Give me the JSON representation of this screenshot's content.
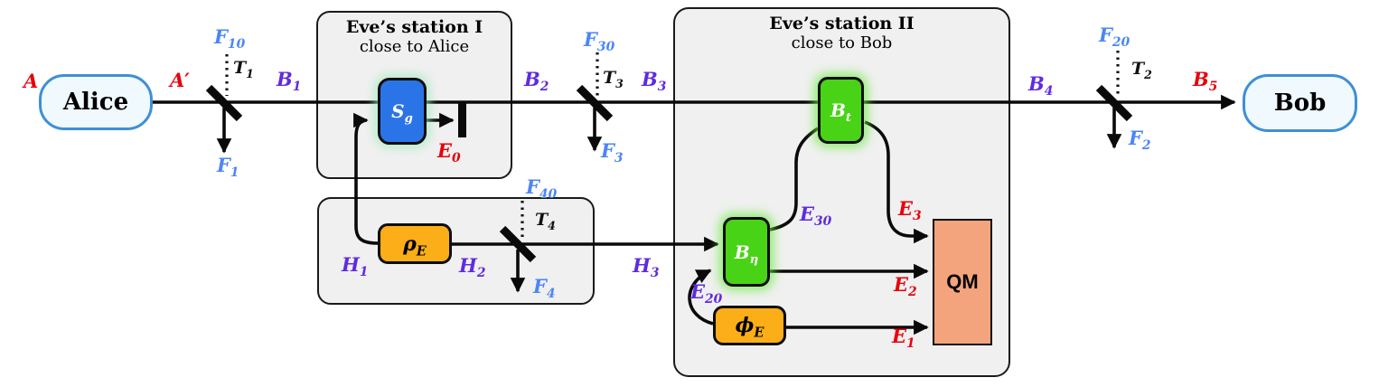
{
  "diagram_type": "quantum-channel eavesdropping scheme",
  "nodes": {
    "alice": "Alice",
    "bob": "Bob"
  },
  "stations": {
    "station1": {
      "title": "Eve’s station I",
      "subtitle": "close to Alice"
    },
    "station2": {
      "title": "Eve’s station II",
      "subtitle": "close to Bob"
    }
  },
  "components": {
    "sg": {
      "base": "S",
      "sub": "g"
    },
    "bt": {
      "base": "B",
      "sub": "t"
    },
    "beta": {
      "base": "B",
      "sub": "η"
    },
    "rho": {
      "base": "ρ",
      "sub": "E"
    },
    "phi": {
      "base": "ϕ",
      "sub": "E"
    },
    "qm": "QM"
  },
  "labels": {
    "A": {
      "base": "A",
      "sub": ""
    },
    "A_prime": {
      "base": "A′",
      "sub": ""
    },
    "B1": {
      "base": "B",
      "sub": "1"
    },
    "B2": {
      "base": "B",
      "sub": "2"
    },
    "B3": {
      "base": "B",
      "sub": "3"
    },
    "B4": {
      "base": "B",
      "sub": "4"
    },
    "B5": {
      "base": "B",
      "sub": "5"
    },
    "F10": {
      "base": "F",
      "sub": "10"
    },
    "F20": {
      "base": "F",
      "sub": "20"
    },
    "F30": {
      "base": "F",
      "sub": "30"
    },
    "F40": {
      "base": "F",
      "sub": "40"
    },
    "F1": {
      "base": "F",
      "sub": "1"
    },
    "F2": {
      "base": "F",
      "sub": "2"
    },
    "F3": {
      "base": "F",
      "sub": "3"
    },
    "F4": {
      "base": "F",
      "sub": "4"
    },
    "T1": {
      "base": "T",
      "sub": "1"
    },
    "T2": {
      "base": "T",
      "sub": "2"
    },
    "T3": {
      "base": "T",
      "sub": "3"
    },
    "T4": {
      "base": "T",
      "sub": "4"
    },
    "H1": {
      "base": "H",
      "sub": "1"
    },
    "H2": {
      "base": "H",
      "sub": "2"
    },
    "H3": {
      "base": "H",
      "sub": "3"
    },
    "E0": {
      "base": "E",
      "sub": "0"
    },
    "E1": {
      "base": "E",
      "sub": "1"
    },
    "E2": {
      "base": "E",
      "sub": "2"
    },
    "E3": {
      "base": "E",
      "sub": "3"
    },
    "E30": {
      "base": "E",
      "sub": "30"
    },
    "E20": {
      "base": "E",
      "sub": "20"
    }
  },
  "colors": {
    "label_red": "#E8000B",
    "label_purple": "#5F2BDF",
    "label_blue": "#4C86F5",
    "label_black": "#111111",
    "station_fill": "#F0F0F0",
    "node_fill": "#F0F9FE",
    "node_border": "#3F8FD6",
    "sg_fill": "#2B74E8",
    "green_fill": "#49D317",
    "orange_fill": "#FBAE17",
    "qm_fill": "#F4A47C",
    "line_black": "#0a0a0a"
  }
}
